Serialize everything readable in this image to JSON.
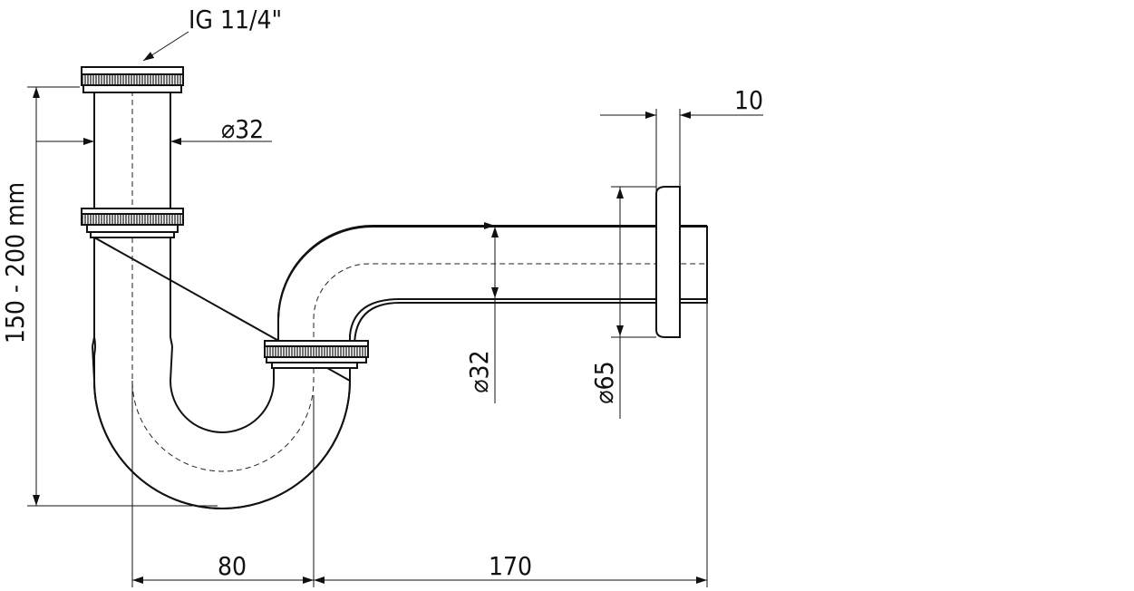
{
  "drawing": {
    "thread_label": "IG 11/4\"",
    "height_range": "150 - 200 mm",
    "dia_tailpiece": "⌀32",
    "dia_arm": "⌀32",
    "dia_rosette": "⌀65",
    "rosette_thickness": "10",
    "dim_horizontal_1": "80",
    "dim_horizontal_2": "170"
  }
}
